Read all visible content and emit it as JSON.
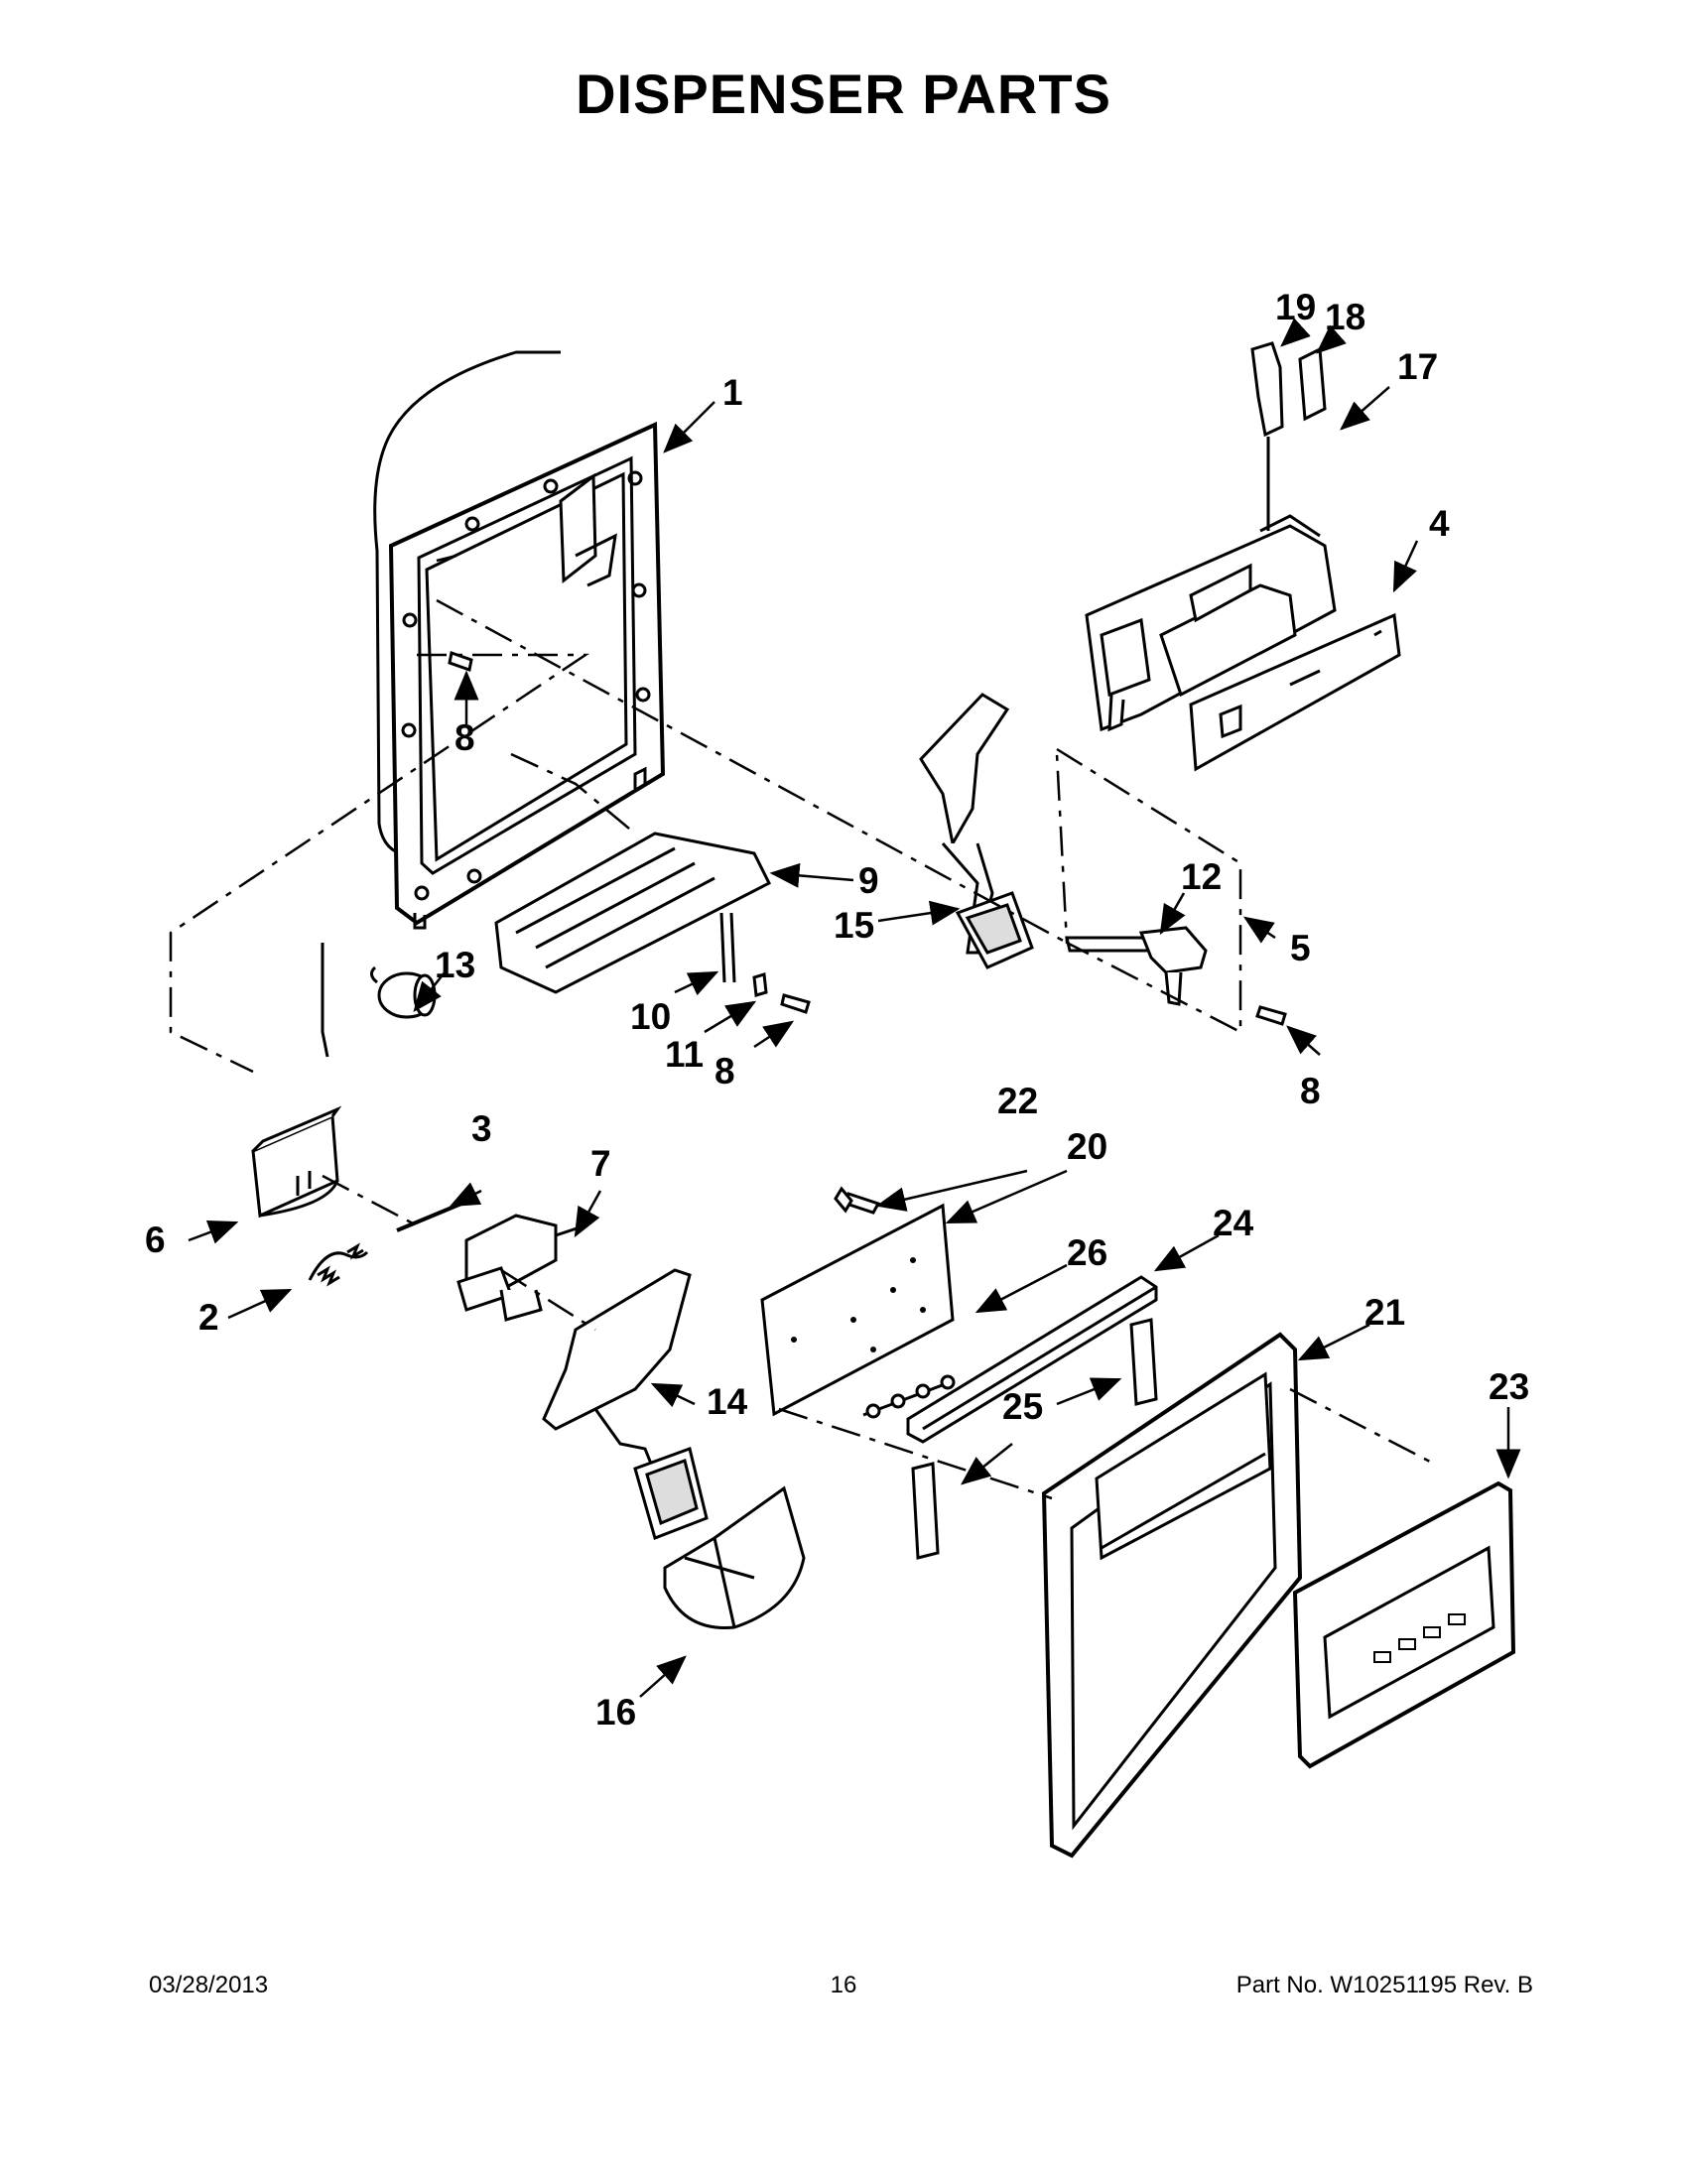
{
  "title": "DISPENSER PARTS",
  "callouts": [
    "1",
    "2",
    "3",
    "4",
    "5",
    "6",
    "7",
    "8",
    "9",
    "10",
    "11",
    "12",
    "13",
    "14",
    "15",
    "16",
    "17",
    "18",
    "19",
    "20",
    "21",
    "22",
    "23",
    "24",
    "25",
    "26"
  ],
  "footer": {
    "date": "03/28/2013",
    "page": "16",
    "part_number": "Part No.  W10251195  Rev.  B"
  }
}
